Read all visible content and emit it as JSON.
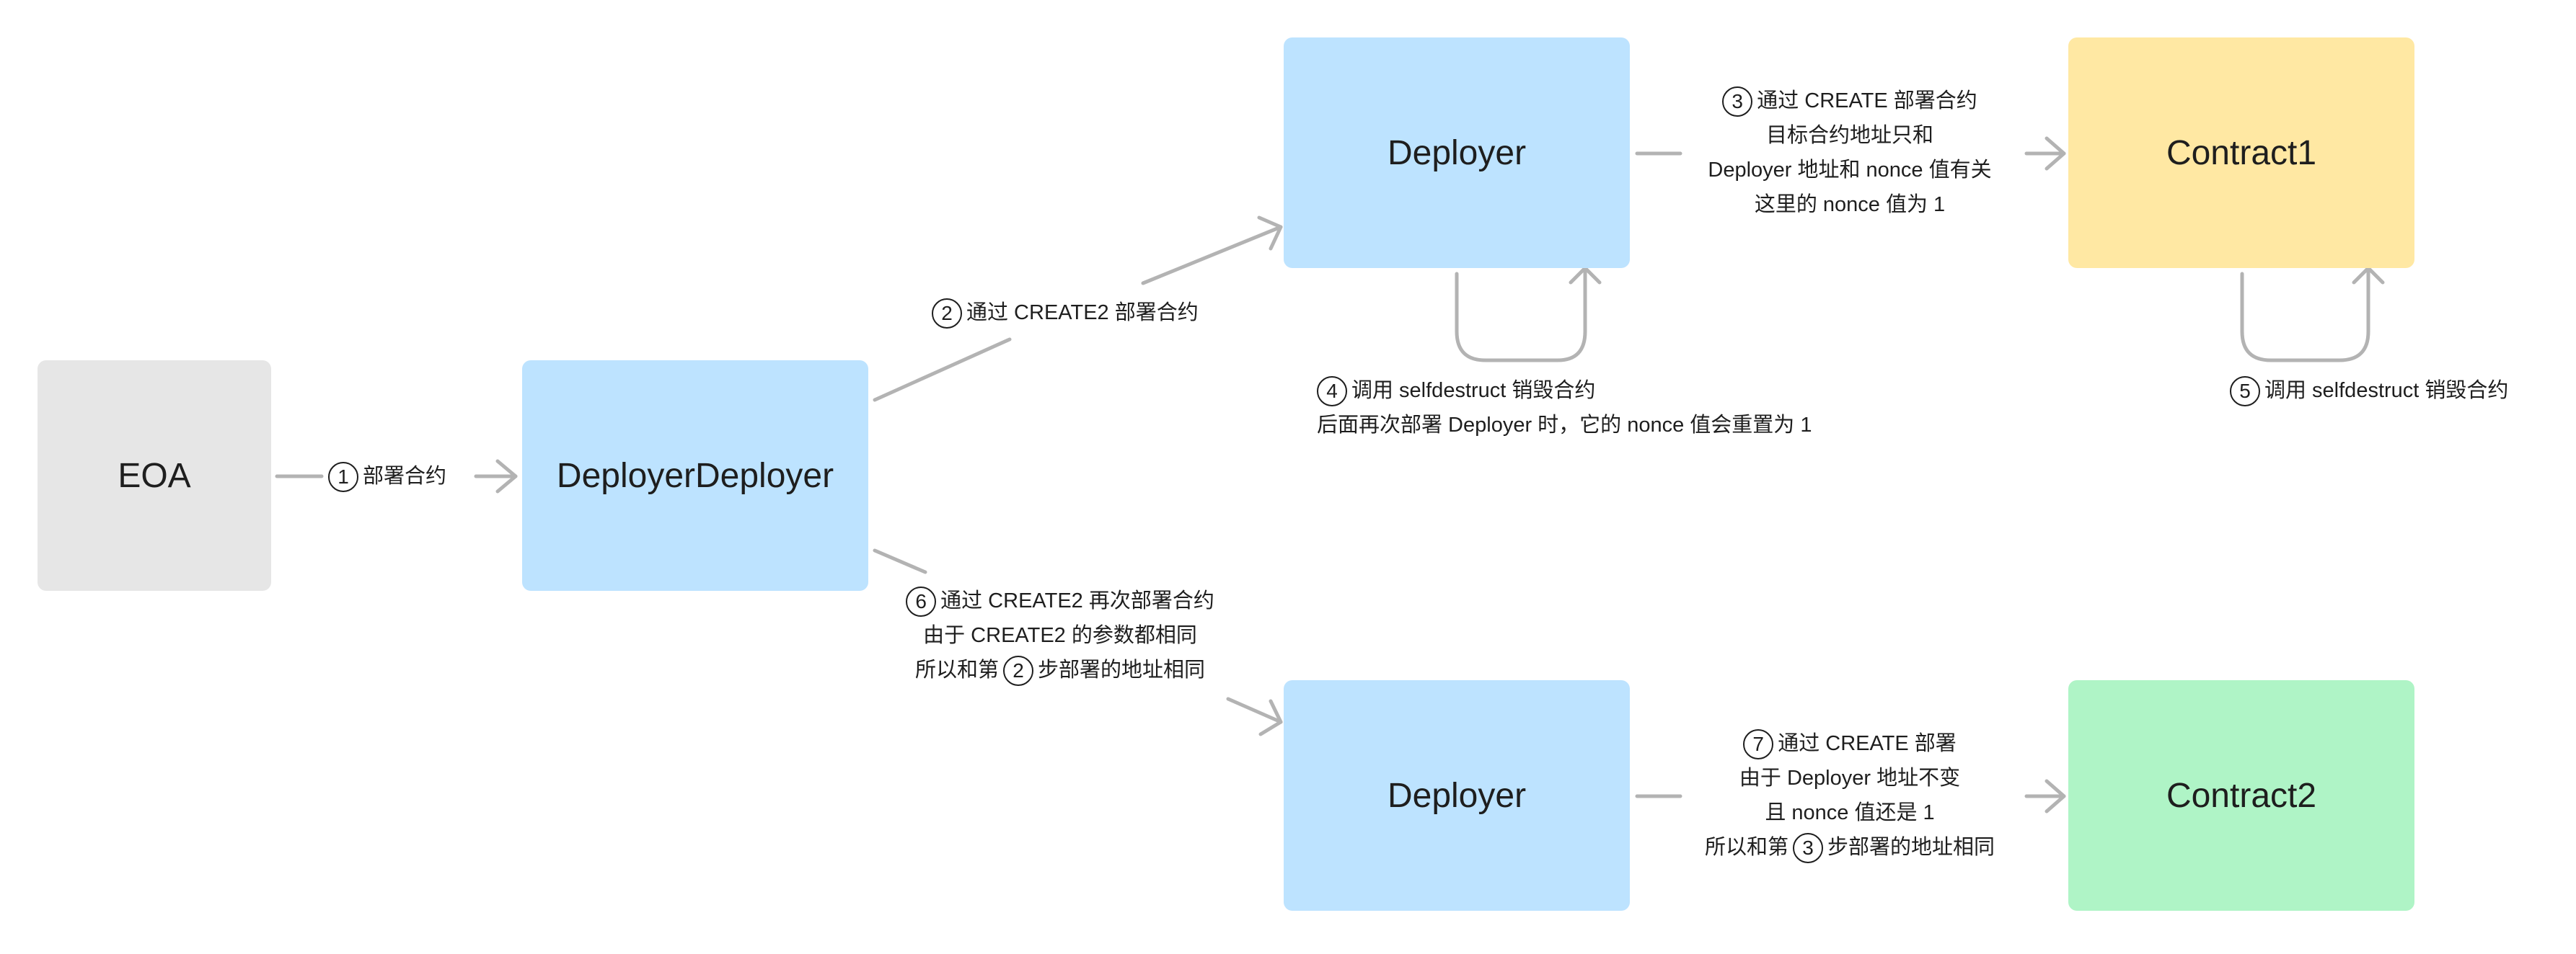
{
  "boxes": {
    "eoa": {
      "label": "EOA",
      "color": "#e6e6e6"
    },
    "deployer_deployer": {
      "label": "DeployerDeployer",
      "color": "#bde3ff"
    },
    "deployer_top": {
      "label": "Deployer",
      "color": "#bde3ff"
    },
    "deployer_bottom": {
      "label": "Deployer",
      "color": "#bde3ff"
    },
    "contract1": {
      "label": "Contract1",
      "color": "#ffe8a3"
    },
    "contract2": {
      "label": "Contract2",
      "color": "#aff4c6"
    }
  },
  "labels": {
    "step1": {
      "num": "1",
      "line1": "部署合约"
    },
    "step2": {
      "num": "2",
      "line1": "通过 CREATE2 部署合约"
    },
    "step3": {
      "num": "3",
      "line1": "通过 CREATE 部署合约",
      "line2": "目标合约地址只和",
      "line3": "Deployer 地址和 nonce 值有关",
      "line4": "这里的 nonce 值为 1"
    },
    "step4": {
      "num": "4",
      "line1": "调用 selfdestruct 销毁合约",
      "line2": "后面再次部署 Deployer 时，它的 nonce 值会重置为 1"
    },
    "step5": {
      "num": "5",
      "line1": "调用 selfdestruct 销毁合约"
    },
    "step6": {
      "num": "6",
      "line1": "通过 CREATE2 再次部署合约",
      "line2": "由于 CREATE2 的参数都相同",
      "line3a": "所以和第",
      "ref": "2",
      "line3b": "步部署的地址相同"
    },
    "step7": {
      "num": "7",
      "line1": "通过 CREATE 部署",
      "line2": "由于 Deployer 地址不变",
      "line3": "且 nonce 值还是 1",
      "line4a": "所以和第",
      "ref": "3",
      "line4b": "步部署的地址相同"
    }
  },
  "arrow_color": "#b3b3b3"
}
